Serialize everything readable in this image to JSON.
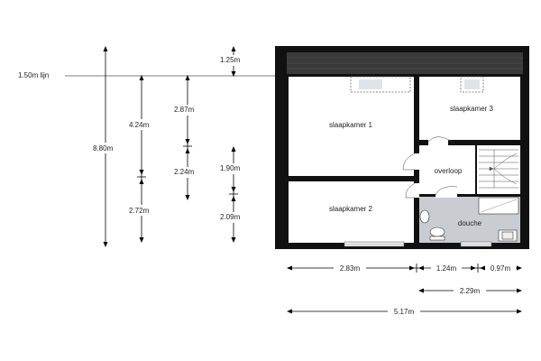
{
  "reference_line": {
    "label": "1.50m lijn"
  },
  "rooms": {
    "bedroom1": "slaapkamer 1",
    "bedroom2": "slaapkamer 2",
    "bedroom3": "slaapkamer 3",
    "landing": "overloop",
    "shower": "douche"
  },
  "vertical_dims": {
    "total": "8.80m",
    "a_upper": "4.24m",
    "a_lower": "2.72m",
    "b_upper": "2.87m",
    "b_lower": "2.24m",
    "c_top": "1.25m",
    "c_mid": "1.90m",
    "c_bottom": "2.09m"
  },
  "horizontal_dims": {
    "d1": "2.83m",
    "d2": "1.24m",
    "d3": "0.97m",
    "d4": "2.29m",
    "total": "5.17m"
  },
  "colors": {
    "wall": "#111111",
    "roof": "#3a3a3a",
    "shower_floor": "#c9cdd2",
    "window": "#f2f2f2"
  }
}
